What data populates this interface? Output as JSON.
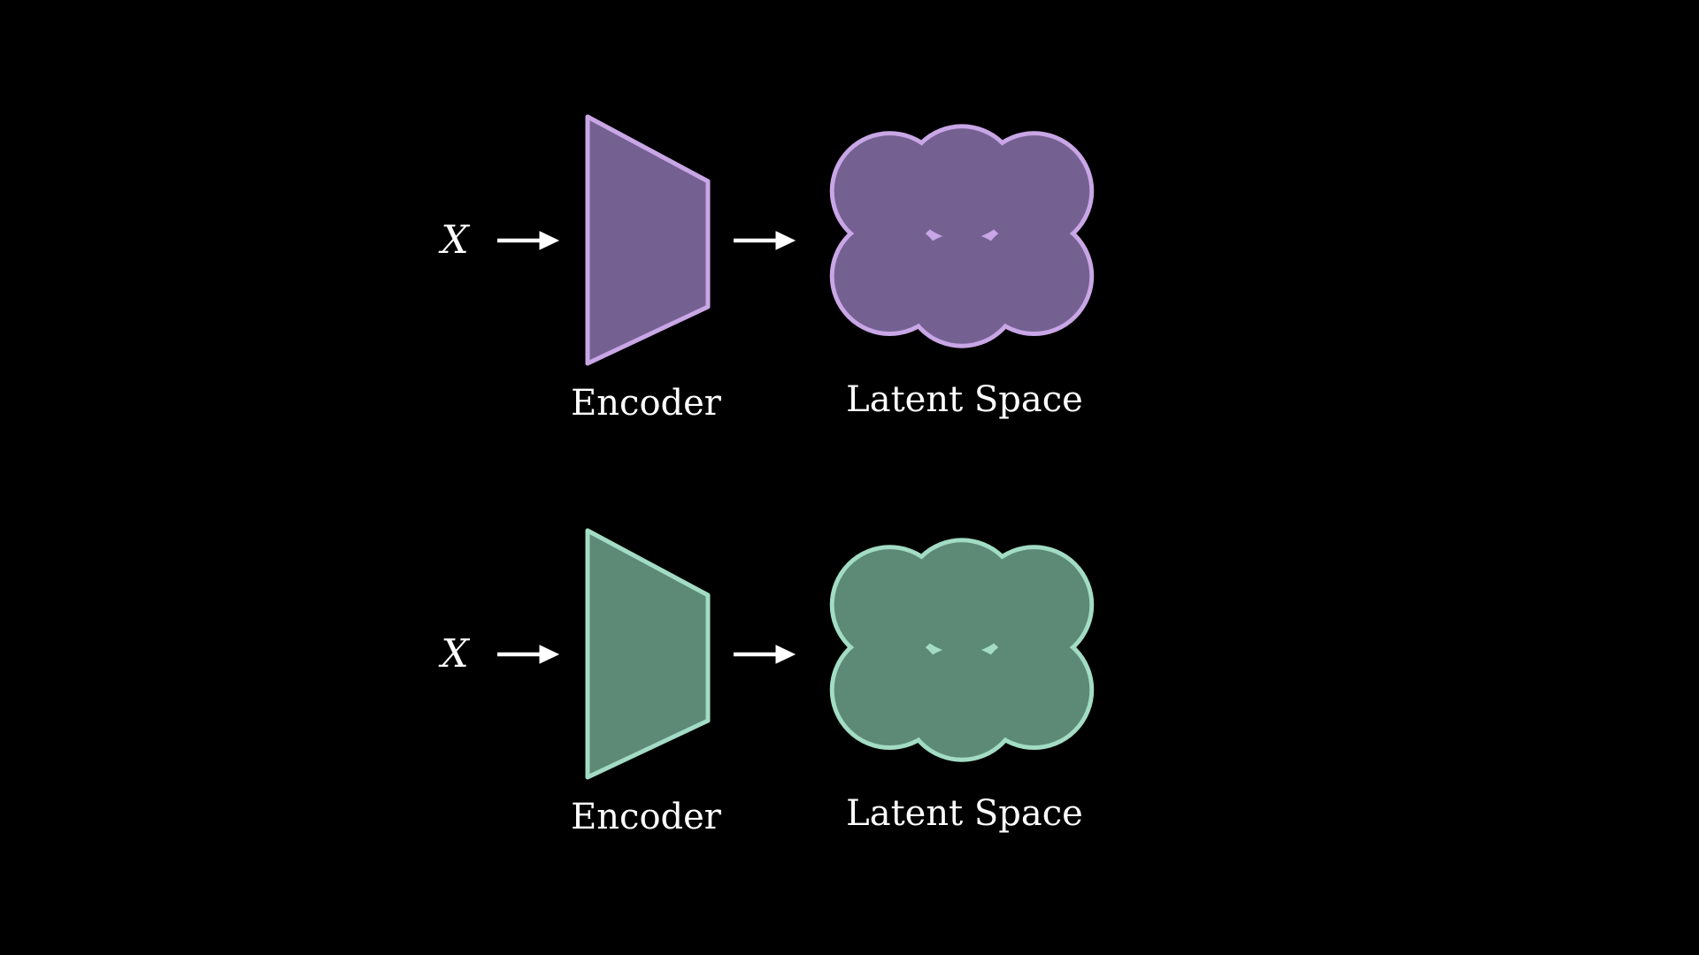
{
  "diagram": {
    "background_color": "#000000",
    "text_color": "#ffffff",
    "arrow_color": "#ffffff",
    "rows": [
      {
        "name": "encoder-latent-top",
        "input_label": "X",
        "encoder_label": "Encoder",
        "latent_label": "Latent Space",
        "shape_fill": "#746192",
        "shape_stroke": "#c9a6e6"
      },
      {
        "name": "encoder-latent-bottom",
        "input_label": "X",
        "encoder_label": "Encoder",
        "latent_label": "Latent Space",
        "shape_fill": "#5d8977",
        "shape_stroke": "#a2dcc4"
      }
    ]
  }
}
